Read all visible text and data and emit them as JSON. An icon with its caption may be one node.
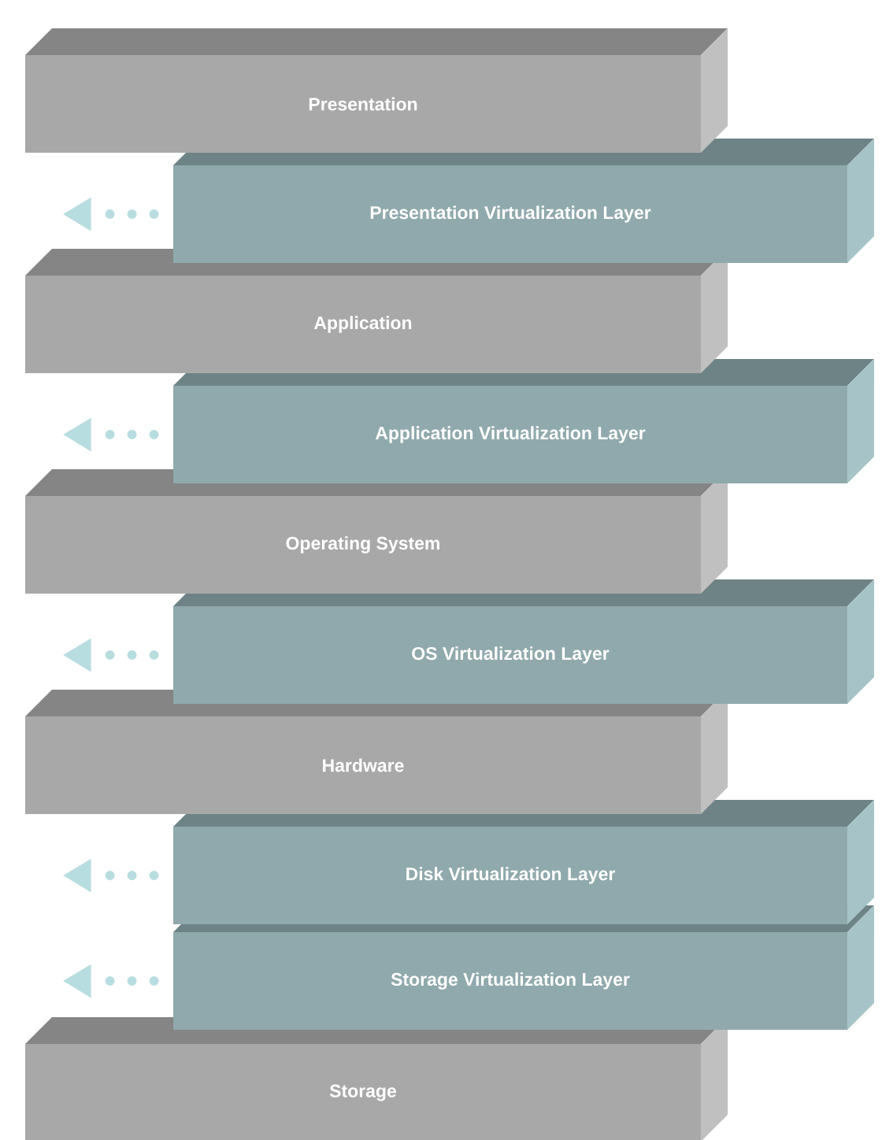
{
  "diagram": {
    "nodes": [
      {
        "text": [
          "Presentation"
        ]
      },
      {
        "text": [
          "Presentation Virtualization Layer"
        ]
      },
      {
        "text": [
          "Application"
        ]
      },
      {
        "text": [
          "Application Virtualization Layer"
        ]
      },
      {
        "text": [
          "Operating System"
        ]
      },
      {
        "text": [
          "OS Virtualization Layer"
        ]
      },
      {
        "text": [
          "Hardware"
        ]
      },
      {
        "text": [
          "Disk Virtualization Layer"
        ]
      },
      {
        "text": [
          "Storage Virtualization Layer"
        ]
      },
      {
        "text": [
          "Storage"
        ]
      }
    ],
    "edges": [
      {
        "from": 1,
        "to": null,
        "arrow": "to"
      },
      {
        "from": 3,
        "to": null,
        "arrow": "to"
      },
      {
        "from": 5,
        "to": null,
        "arrow": "to"
      },
      {
        "from": 7,
        "to": null,
        "arrow": "to"
      },
      {
        "from": 8,
        "to": null,
        "arrow": "to"
      }
    ]
  }
}
